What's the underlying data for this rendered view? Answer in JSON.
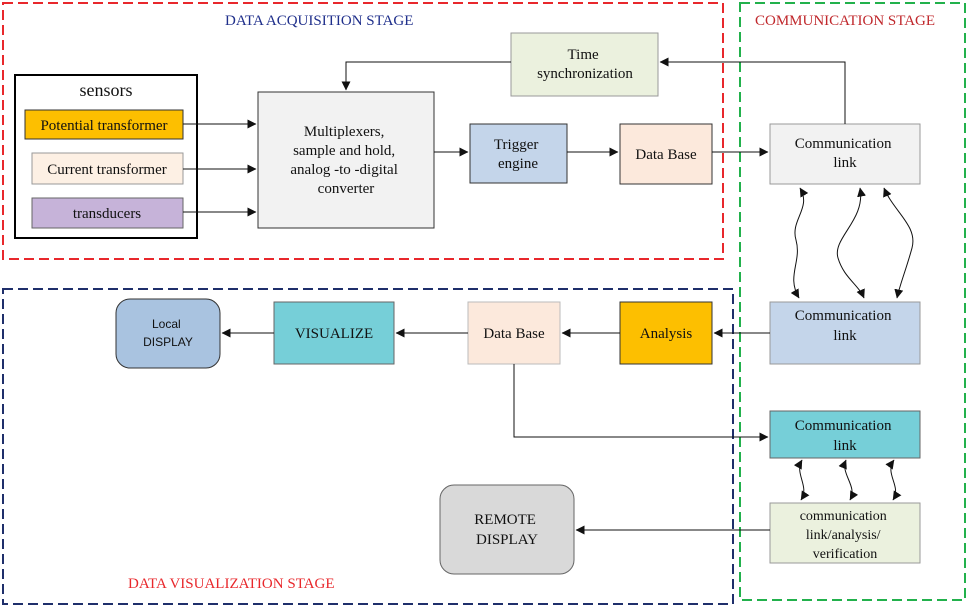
{
  "stages": {
    "acquisition": "DATA ACQUISITION STAGE",
    "communication": "COMMUNICATION STAGE",
    "visualization": "DATA VISUALIZATION STAGE"
  },
  "sensors": {
    "title": "sensors",
    "potential": "Potential transformer",
    "current": "Current transformer",
    "transducers": "transducers"
  },
  "blocks": {
    "mux": [
      "Multiplexers,",
      "sample and hold,",
      "analog -to -digital",
      "converter"
    ],
    "time_sync": [
      "Time",
      "synchronization"
    ],
    "trigger": [
      "Trigger",
      "engine"
    ],
    "database_top": "Data Base",
    "comm_top": [
      "Communication",
      "link"
    ],
    "comm_mid": [
      "Communication",
      "link"
    ],
    "analysis": "Analysis",
    "database_mid": "Data Base",
    "visualize": "VISUALIZE",
    "local_display": [
      "Local",
      "DISPLAY"
    ],
    "comm_low": [
      "Communication",
      "link"
    ],
    "comm_verify": [
      "communication",
      "link/analysis/",
      "verification"
    ],
    "remote_display": [
      "REMOTE",
      "DISPLAY"
    ]
  },
  "colors": {
    "acquisition_border": "#e8282c",
    "communication_border": "#22b14c",
    "visualization_border": "#1f2f6b",
    "acquisition_title": "#1f2f8b",
    "communication_title": "#c0282c",
    "visualization_title": "#e8282c",
    "potential_fill": "#fdbf00",
    "current_fill": "#fdf0e4",
    "transducers_fill": "#c6b3d9",
    "gray_fill": "#f2f2f2",
    "time_sync_fill": "#ebf1de",
    "trigger_fill": "#c4d5ea",
    "database_fill": "#fce9dc",
    "analysis_fill": "#fdbf00",
    "visualize_fill": "#76cfd8",
    "local_display_fill": "#a9c3e0",
    "comm_mid_fill": "#c4d5ea",
    "comm_low_fill": "#76cfd8",
    "comm_verify_fill": "#ebf1de",
    "remote_display_fill": "#d9d9d9"
  }
}
